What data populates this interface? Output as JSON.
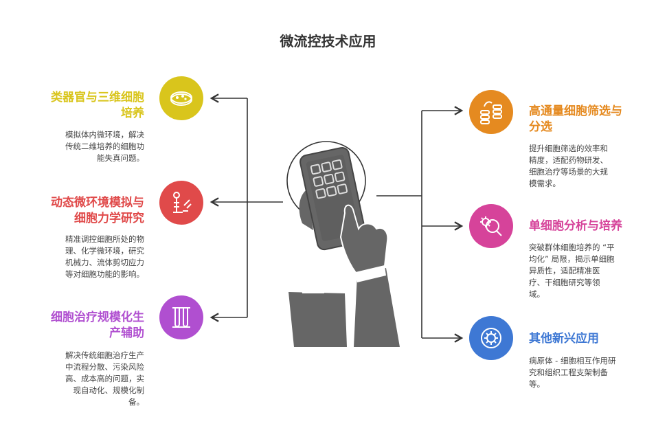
{
  "title": "微流控技术应用",
  "left": [
    {
      "heading_lines": [
        "类器官与三维细胞",
        "培养"
      ],
      "description_lines": [
        "模拟体内微环境，解决",
        "传统二维培养的细胞功",
        "能失真问题。"
      ],
      "color": "#D9C51C",
      "icon": "petri-dish-icon"
    },
    {
      "heading_lines": [
        "动态微环境模拟与",
        "细胞力学研究"
      ],
      "description_lines": [
        "精准调控细胞所处的物",
        "理、化学微环境，研究",
        "机械力、流体剪切应力",
        "等对细胞功能的影响。"
      ],
      "color": "#E04A4A",
      "icon": "lab-equipment-icon"
    },
    {
      "heading_lines": [
        "细胞治疗规模化生",
        "产辅助"
      ],
      "description_lines": [
        "解决传统细胞治疗生产",
        "中流程分散、污染风险",
        "高、成本高的问题，实",
        "现自动化、规模化制",
        "备。"
      ],
      "color": "#B04FD0",
      "icon": "test-tubes-icon"
    }
  ],
  "right": [
    {
      "heading_lines": [
        "高通量细胞筛选与",
        "分选"
      ],
      "description_lines": [
        "提升细胞筛选的效率和",
        "精度，适配药物研发、",
        "细胞治疗等场景的大规",
        "模需求。"
      ],
      "color": "#E58A20",
      "icon": "sorting-stacks-icon"
    },
    {
      "heading_lines": [
        "单细胞分析与培养"
      ],
      "description_lines": [
        "突破群体细胞培养的 “平",
        "均化” 局限，揭示单细胞",
        "异质性，适配精准医",
        "疗、干细胞研究等领",
        "域。"
      ],
      "color": "#D6439A",
      "icon": "cell-magnifier-icon"
    },
    {
      "heading_lines": [
        "其他新兴应用"
      ],
      "description_lines": [
        "病原体 - 细胞相互作用研",
        "究和组织工程支架制备",
        "等。"
      ],
      "color": "#3E78D4",
      "icon": "microbe-lens-icon"
    }
  ]
}
